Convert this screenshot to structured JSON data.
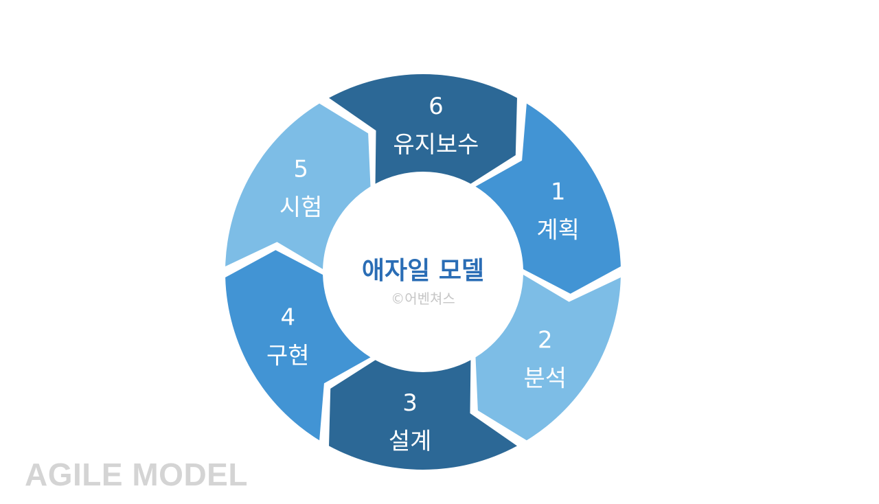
{
  "diagram": {
    "center_title": "애자일 모델",
    "center_credit": "©어벤쳐스",
    "watermark": "AGILE MODEL",
    "colors": {
      "dark": "#2c6896",
      "medium": "#4294d4",
      "light": "#7dbde6",
      "title": "#2a6db5",
      "credit": "#c6c6c6",
      "watermark": "#d4d4d4"
    },
    "segments": [
      {
        "number": "1",
        "label": "계획",
        "color": "#4294d4"
      },
      {
        "number": "2",
        "label": "분석",
        "color": "#7dbde6"
      },
      {
        "number": "3",
        "label": "설계",
        "color": "#2c6896"
      },
      {
        "number": "4",
        "label": "구현",
        "color": "#4294d4"
      },
      {
        "number": "5",
        "label": "시험",
        "color": "#7dbde6"
      },
      {
        "number": "6",
        "label": "유지보수",
        "color": "#2c6896"
      }
    ]
  }
}
